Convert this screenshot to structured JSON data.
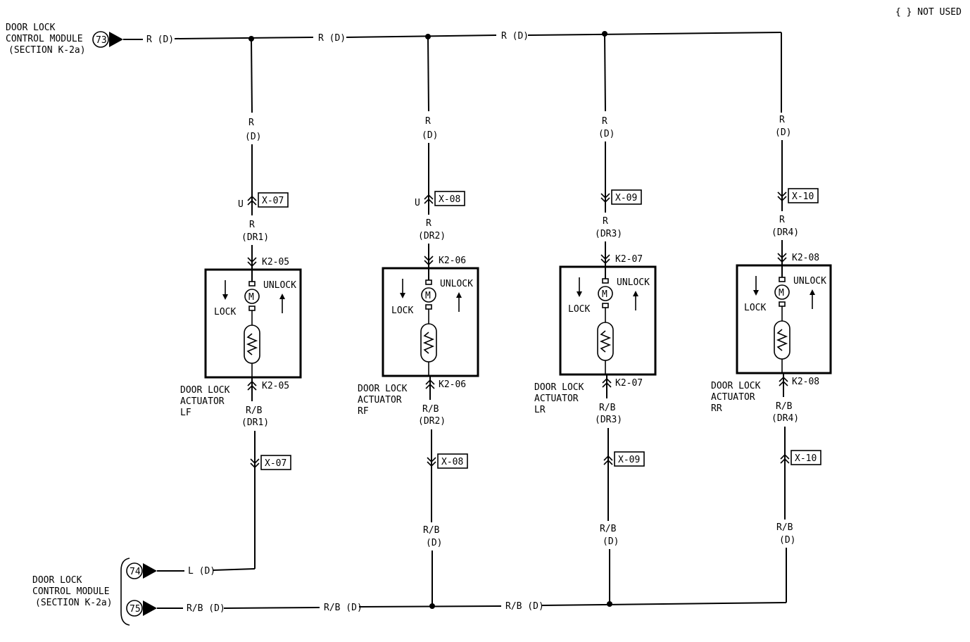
{
  "legend": {
    "not_used": "{ } NOT USED"
  },
  "modules": {
    "top": {
      "line1": "DOOR LOCK",
      "line2": "CONTROL MODULE",
      "line3": "(SECTION K-2a)",
      "terminal": "73",
      "wire": "R (D)"
    },
    "bottom": {
      "line1": "DOOR LOCK",
      "line2": "CONTROL MODULE",
      "line3": "(SECTION K-2a)",
      "terminal_a": "74",
      "wire_a": "L (D)",
      "terminal_b": "75",
      "wire_b": "R/B (D)"
    }
  },
  "bus": {
    "top_labels": [
      "R (D)",
      "R (D)"
    ],
    "bottom_labels": [
      "R/B (D)",
      "R/B (D)"
    ]
  },
  "columns": [
    {
      "top_wire": "R",
      "top_wire_sub": "(D)",
      "u": "U",
      "conn_top": "X-07",
      "wire_mid": "R",
      "wire_mid_sub": "(DR1)",
      "k2_top": "K2-05",
      "k2_bot": "K2-05",
      "name1": "DOOR LOCK",
      "name2": "ACTUATOR",
      "name3": "LF",
      "wire_low": "R/B",
      "wire_low_sub": "(DR1)",
      "conn_bot": "X-07",
      "bot_wire": "",
      "bot_wire_sub": ""
    },
    {
      "top_wire": "R",
      "top_wire_sub": "(D)",
      "u": "U",
      "conn_top": "X-08",
      "wire_mid": "R",
      "wire_mid_sub": "(DR2)",
      "k2_top": "K2-06",
      "k2_bot": "K2-06",
      "name1": "DOOR LOCK",
      "name2": "ACTUATOR",
      "name3": "RF",
      "wire_low": "R/B",
      "wire_low_sub": "(DR2)",
      "conn_bot": "X-08",
      "bot_wire": "R/B",
      "bot_wire_sub": "(D)"
    },
    {
      "top_wire": "R",
      "top_wire_sub": "(D)",
      "u": "",
      "conn_top": "X-09",
      "wire_mid": "R",
      "wire_mid_sub": "(DR3)",
      "k2_top": "K2-07",
      "k2_bot": "K2-07",
      "name1": "DOOR LOCK",
      "name2": "ACTUATOR",
      "name3": "LR",
      "wire_low": "R/B",
      "wire_low_sub": "(DR3)",
      "conn_bot": "X-09",
      "bot_wire": "R/B",
      "bot_wire_sub": "(D)"
    },
    {
      "top_wire": "R",
      "top_wire_sub": "(D)",
      "u": "",
      "conn_top": "X-10",
      "wire_mid": "R",
      "wire_mid_sub": "(DR4)",
      "k2_top": "K2-08",
      "k2_bot": "K2-08",
      "name1": "DOOR LOCK",
      "name2": "ACTUATOR",
      "name3": "RR",
      "wire_low": "R/B",
      "wire_low_sub": "(DR4)",
      "conn_bot": "X-10",
      "bot_wire": "R/B",
      "bot_wire_sub": "(D)"
    }
  ],
  "actuator": {
    "lock": "LOCK",
    "unlock": "UNLOCK",
    "motor": "M"
  }
}
